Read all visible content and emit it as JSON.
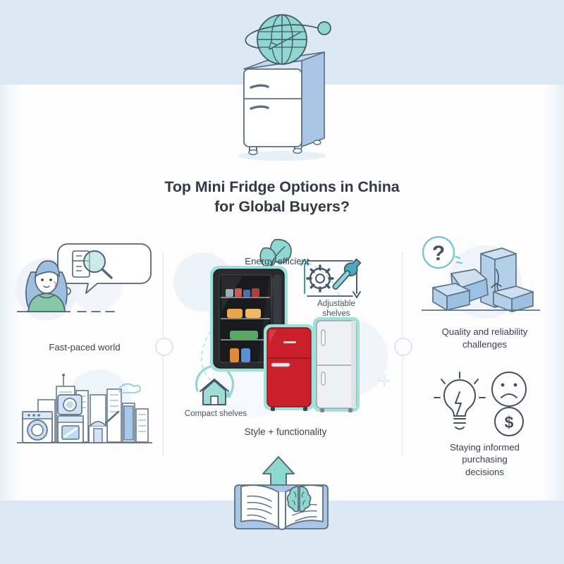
{
  "page": {
    "title": "Top Mini Fridge Options in China for Global Buyers?",
    "title_line1": "Top Mini Fridge Options in China",
    "title_line2": "for Global Buyers?",
    "background_band_color": "#dce9f4",
    "accent_teal": "#7fd0c8",
    "accent_blue": "#9dbfdf",
    "text_color": "#333a46"
  },
  "hero": {
    "name": "refrigerator-with-globe",
    "fridge_body_color": "#ffffff",
    "fridge_side_color": "#a9c6e4",
    "globe_color": "#8fd8cf"
  },
  "columns": {
    "left": {
      "caption": "Fast-paced world",
      "illustration_top": "woman-thinking-about-fridge-search",
      "illustration_bottom": "city-skyline-of-appliances"
    },
    "center": {
      "labels": {
        "energy_efficient": "Energy-efficient",
        "adjustable_shelves": "Adjustable shelves",
        "compact_shelves": "Compact shelves",
        "style_functionality": "Style + functionality"
      },
      "products": [
        {
          "name": "glass-door-beverage-fridge",
          "color": "#2b2b2f"
        },
        {
          "name": "retro-red-mini-fridge",
          "color": "#c9202b"
        },
        {
          "name": "silver-two-door-mini-fridge",
          "color": "#e3e6e9"
        }
      ]
    },
    "right": {
      "caption_top_line1": "Quality and reliability",
      "caption_top_line2": "challenges",
      "caption_bottom_line1": "Staying informed",
      "caption_bottom_line2": "purchasing",
      "caption_bottom_line3": "decisions",
      "illustration_top": "falling-cardboard-boxes-with-question-mark",
      "illustration_bottom": "lightbulb-sad-face-dollar-icons"
    }
  },
  "footer": {
    "illustration": "open-book-with-brain-and-up-arrow"
  }
}
